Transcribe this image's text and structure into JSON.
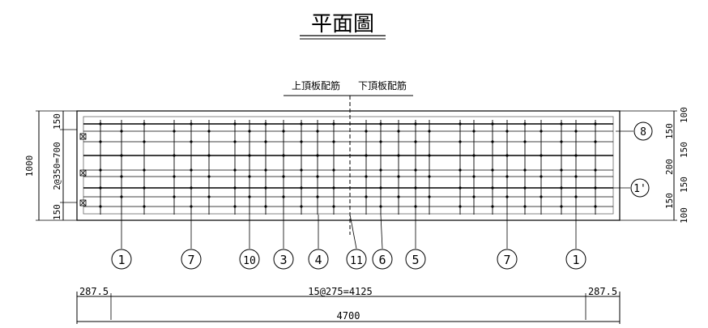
{
  "drawing": {
    "title": "平面圖",
    "label_top_rebar": "上頂板配筋",
    "label_bottom_rebar": "下頂板配筋",
    "left_dim_total": "1000",
    "left_dim_series": "150",
    "left_dim_mid": "2@350=700",
    "left_dim_bottom": "150",
    "right_dims": [
      "100",
      "150",
      "150",
      "200",
      "150",
      "150",
      "100"
    ],
    "right_markers": [
      "8",
      "1'"
    ],
    "bottom_markers": [
      "1",
      "7",
      "10",
      "3",
      "4",
      "11",
      "6",
      "5",
      "7",
      "1"
    ],
    "bottom_dim_left": "287.5",
    "bottom_dim_mid": "15@275=4125",
    "bottom_dim_right": "287.5",
    "bottom_dim_total": "4700"
  }
}
